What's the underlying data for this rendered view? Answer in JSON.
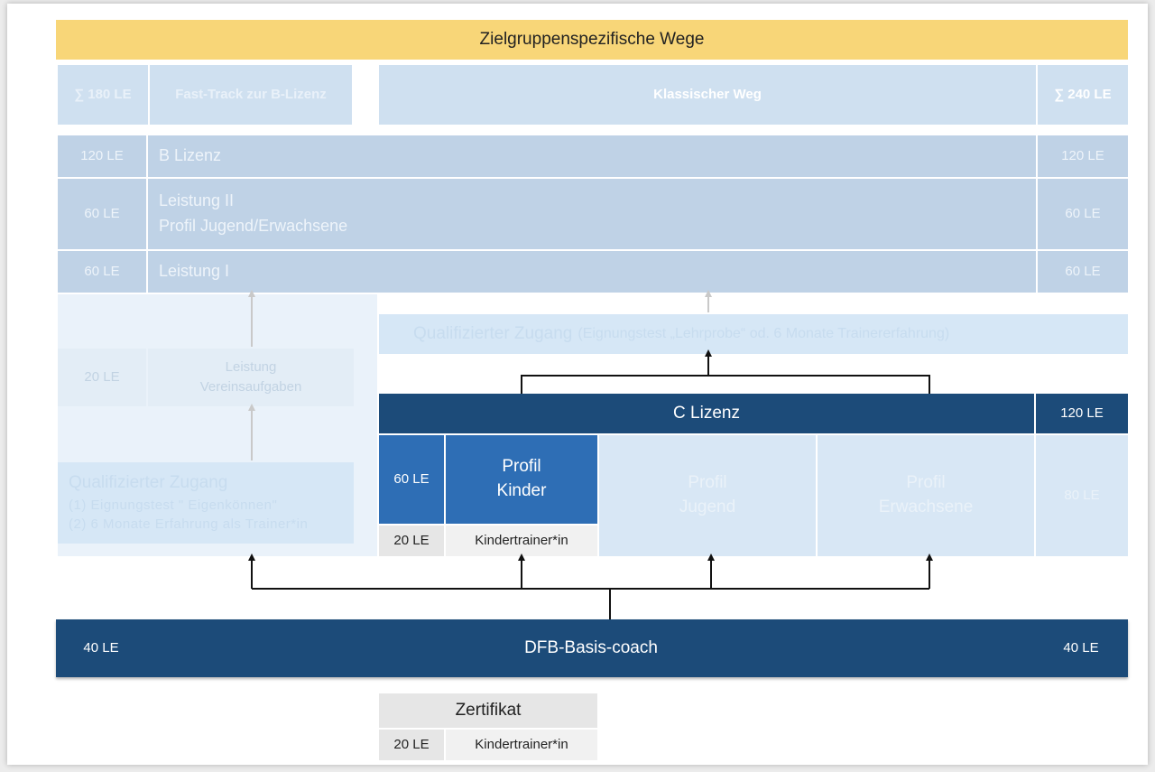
{
  "title": "Zielgruppenspezifische Wege",
  "top": {
    "fast_sum": "∑ 180 LE",
    "fast_label": "Fast-Track zur B-Lizenz",
    "classic_label": "Klassischer Weg",
    "classic_sum": "∑ 240 LE"
  },
  "b_block": {
    "rows": [
      {
        "le_left": "120 LE",
        "label": "B Lizenz",
        "le_right": "120 LE"
      },
      {
        "le_left": "60 LE",
        "label_line1": "Leistung II",
        "label_line2": "Profil Jugend/Erwachsene",
        "le_right": "60 LE"
      },
      {
        "le_left": "60 LE",
        "label": "Leistung I",
        "le_right": "60 LE"
      }
    ]
  },
  "qual_access_classic": {
    "main": "Qualifizierter Zugang",
    "detail": "(Eignungstest „Lehrprobe“ od. 6 Monate Trainererfahrung)"
  },
  "vereins": {
    "le": "20 LE",
    "line1": "Leistung",
    "line2": "Vereinsaufgaben"
  },
  "qual_access_fast": {
    "title": "Qualifizierter Zugang",
    "line1": "(1)  Eignungstest \" Eigenkönnen\"",
    "line2": "(2)  6 Monate Erfahrung als Trainer*in"
  },
  "c_lizenz": {
    "label": "C Lizenz",
    "le": "120 LE",
    "kinder_le": "60 LE",
    "kinder_line1": "Profil",
    "kinder_line2": "Kinder",
    "jugend_line1": "Profil",
    "jugend_line2": "Jugend",
    "erw_line1": "Profil",
    "erw_line2": "Erwachsene",
    "profile_le": "80 LE",
    "kt_le": "20 LE",
    "kt_label": "Kindertrainer*in"
  },
  "basis": {
    "le_left": "40 LE",
    "label": "DFB-Basis-coach",
    "le_right": "40 LE"
  },
  "zertifikat": {
    "title": "Zertifikat",
    "le": "20 LE",
    "label": "Kindertrainer*in"
  },
  "colors": {
    "navy": "#1c4b79",
    "profil_kinder": "#2e6eb5",
    "header_yellow": "#f8d678",
    "faded_blue": "#cfe0f0"
  }
}
